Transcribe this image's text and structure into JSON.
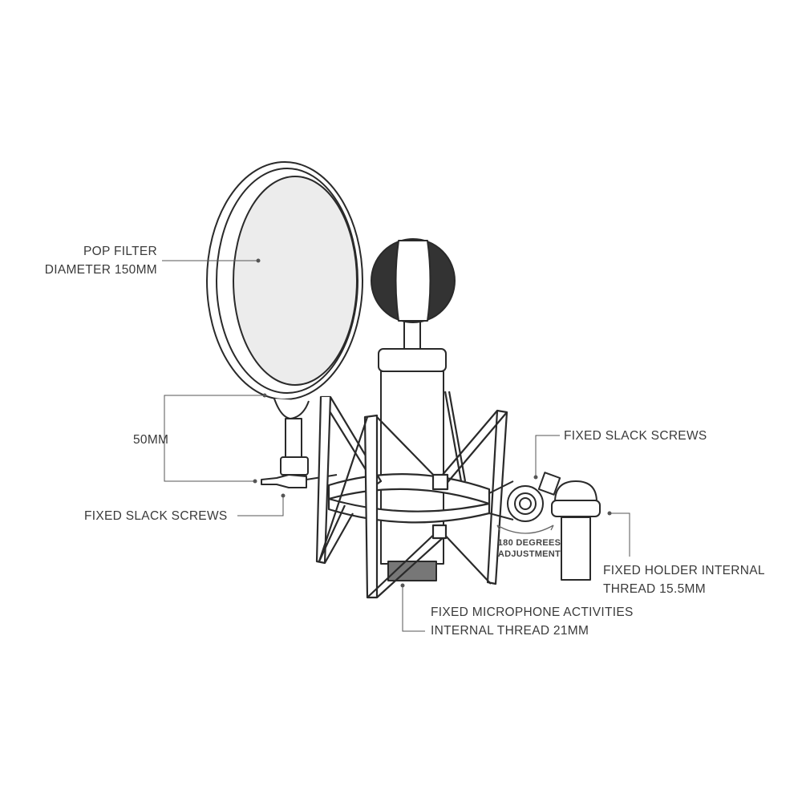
{
  "labels": {
    "pop_filter": [
      "POP FILTER",
      "DIAMETER 150MM"
    ],
    "distance": "50MM",
    "left_screws": "FIXED SLACK SCREWS",
    "right_screws": "FIXED SLACK SCREWS",
    "holder": [
      "FIXED HOLDER INTERNAL",
      "THREAD 15.5MM"
    ],
    "mic_thread": [
      "FIXED MICROPHONE ACTIVITIES",
      "INTERNAL THREAD 21MM"
    ],
    "rotation": [
      "180 DEGREES",
      "ADJUSTMENT"
    ]
  },
  "colors": {
    "line": "#2a2a2a",
    "text": "#3a3a3a",
    "mesh": "#ececec",
    "foam": "#333333"
  }
}
